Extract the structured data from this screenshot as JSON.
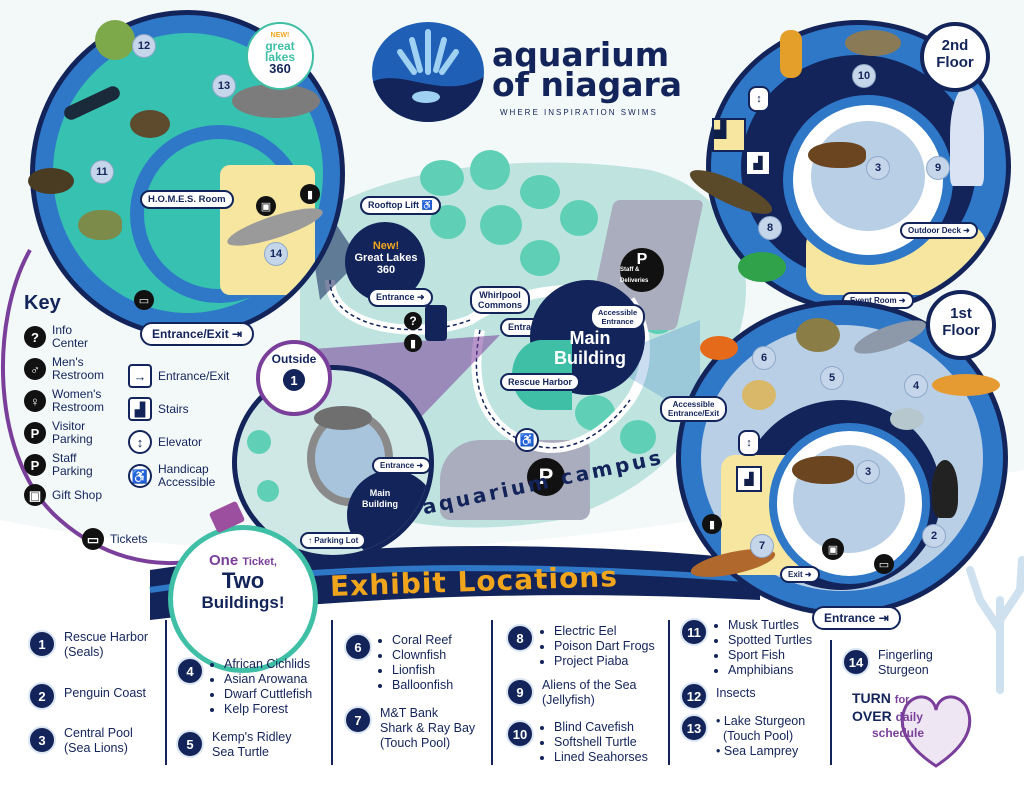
{
  "brand": {
    "name_line1": "aquarium",
    "name_line2": "of niagara",
    "tagline": "WHERE INSPIRATION SWIMS"
  },
  "badge": {
    "new": "NEW!",
    "line1": "great",
    "line2": "lakes",
    "line3": "360"
  },
  "floors": {
    "second": "2nd Floor",
    "first": "1st Floor",
    "second_line1": "2nd",
    "second_line2": "Floor",
    "first_line1": "1st",
    "first_line2": "Floor"
  },
  "map_labels": {
    "homes_room": "H.O.M.E.S. Room",
    "entrance_exit": "Entrance/Exit",
    "outside": "Outside",
    "rooftop_lift": "Rooftop Lift",
    "new": "New!",
    "great_lakes_360": "Great Lakes 360",
    "great_lakes_line1": "Great Lakes",
    "great_lakes_line2": "360",
    "entrance": "Entrance",
    "whirlpool_commons": "Whirlpool Commons",
    "whirlpool_line1": "Whirlpool",
    "whirlpool_line2": "Commons",
    "main_building": "Main Building",
    "main_line1": "Main",
    "main_line2": "Building",
    "accessible_entrance": "Accessible Entrance",
    "acc_line1": "Accessible",
    "acc_line2": "Entrance",
    "staff_deliveries": "Staff & Deliveries",
    "rescue_harbor": "Rescue Harbor",
    "parking_lot": "Parking Lot",
    "outdoor_deck": "Outdoor Deck",
    "event_room": "Event Room",
    "accessible_entrance_exit": "Accessible Entrance/Exit",
    "aee_line1": "Accessible",
    "aee_line2": "Entrance/Exit",
    "exit": "Exit",
    "campus": "aquarium campus",
    "exhibit_locations": "Exhibit Locations",
    "one_ticket": "One",
    "ticket_word": "Ticket,",
    "two": "Two",
    "buildings": "Buildings!",
    "p": "P",
    "q": "?",
    "outside_num": "1"
  },
  "key": {
    "title": "Key",
    "items": [
      {
        "icon": "?",
        "label": "Info Center",
        "line1": "Info",
        "line2": "Center"
      },
      {
        "icon": "M",
        "label": "Men's Restroom",
        "line1": "Men's",
        "line2": "Restroom"
      },
      {
        "icon": "W",
        "label": "Women's Restroom",
        "line1": "Women's",
        "line2": "Restroom"
      },
      {
        "icon": "P",
        "label": "Visitor Parking",
        "line1": "Visitor",
        "line2": "Parking"
      },
      {
        "icon": "P",
        "label": "Staff Parking",
        "line1": "Staff",
        "line2": "Parking"
      },
      {
        "icon": "G",
        "label": "Gift Shop",
        "line1": "Gift Shop",
        "line2": ""
      },
      {
        "icon": "T",
        "label": "Tickets",
        "line1": "Tickets",
        "line2": ""
      }
    ],
    "items_right": [
      {
        "icon": "→",
        "label": "Entrance/Exit"
      },
      {
        "icon": "▟",
        "label": "Stairs"
      },
      {
        "icon": "↕",
        "label": "Elevator"
      },
      {
        "icon": "♿",
        "label": "Handicap Accessible",
        "line1": "Handicap",
        "line2": "Accessible"
      }
    ]
  },
  "exhibits": {
    "e1": {
      "num": "1",
      "line1": "Rescue Harbor",
      "line2": "(Seals)"
    },
    "e2": {
      "num": "2",
      "line1": "Penguin Coast"
    },
    "e3": {
      "num": "3",
      "line1": "Central Pool",
      "line2": "(Sea Lions)"
    },
    "e4": {
      "num": "4",
      "items": [
        "African Cichlids",
        "Asian Arowana",
        "Dwarf Cuttlefish",
        "Kelp Forest"
      ]
    },
    "e5": {
      "num": "5",
      "line1": "Kemp's Ridley",
      "line2": "Sea Turtle"
    },
    "e6": {
      "num": "6",
      "items": [
        "Coral Reef",
        "Clownfish",
        "Lionfish",
        "Balloonfish"
      ]
    },
    "e7": {
      "num": "7",
      "line1": "M&T Bank",
      "line2": "Shark & Ray Bay",
      "line3": "(Touch Pool)"
    },
    "e8": {
      "num": "8",
      "items": [
        "Electric Eel",
        "Poison Dart Frogs",
        "Project Piaba"
      ]
    },
    "e9": {
      "num": "9",
      "line1": "Aliens of the Sea",
      "line2": "(Jellyfish)"
    },
    "e10": {
      "num": "10",
      "items": [
        "Blind Cavefish",
        "Softshell Turtle",
        "Lined Seahorses"
      ]
    },
    "e11": {
      "num": "11",
      "items": [
        "Musk Turtles",
        "Spotted Turtles",
        "Sport Fish",
        "Amphibians"
      ]
    },
    "e12": {
      "num": "12",
      "line1": "Insects"
    },
    "e13": {
      "num": "13",
      "items": [
        "Lake Sturgeon",
        "(Touch Pool)",
        "Sea Lamprey"
      ]
    },
    "e14": {
      "num": "14",
      "line1": "Fingerling",
      "line2": "Sturgeon"
    }
  },
  "turn_over": {
    "line1": "TURN",
    "for": "for",
    "line2": "OVER",
    "daily": "daily",
    "schedule": "schedule"
  },
  "map_numbers": [
    "1",
    "2",
    "3",
    "4",
    "5",
    "6",
    "7",
    "8",
    "9",
    "10",
    "11",
    "12",
    "13",
    "14"
  ],
  "colors": {
    "navy": "#13245a",
    "blue": "#2f78c8",
    "teal": "#3fbfa5",
    "orange": "#f0a51d",
    "purple": "#7a3f9a"
  }
}
